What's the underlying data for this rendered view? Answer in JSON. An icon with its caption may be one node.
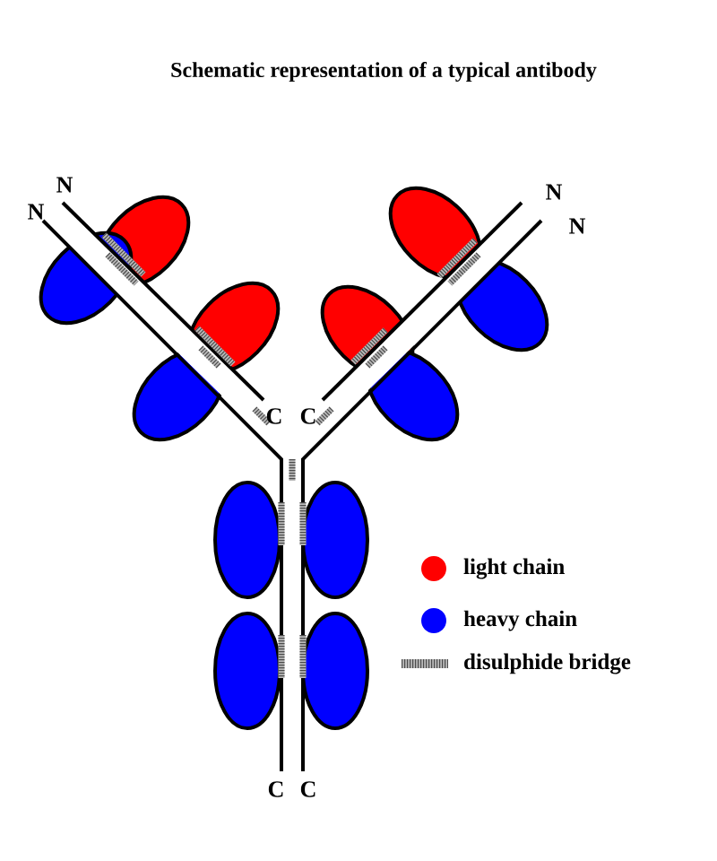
{
  "diagram": {
    "title": "Schematic representation of a typical antibody",
    "labels": [
      "N",
      "N",
      "N",
      "N",
      "C",
      "C",
      "C",
      "C"
    ],
    "legend": [
      {
        "text": "light chain",
        "color": "#ff0000"
      },
      {
        "text": "heavy chain",
        "color": "#0000ff"
      },
      {
        "text": "disulphide bridge"
      }
    ]
  }
}
